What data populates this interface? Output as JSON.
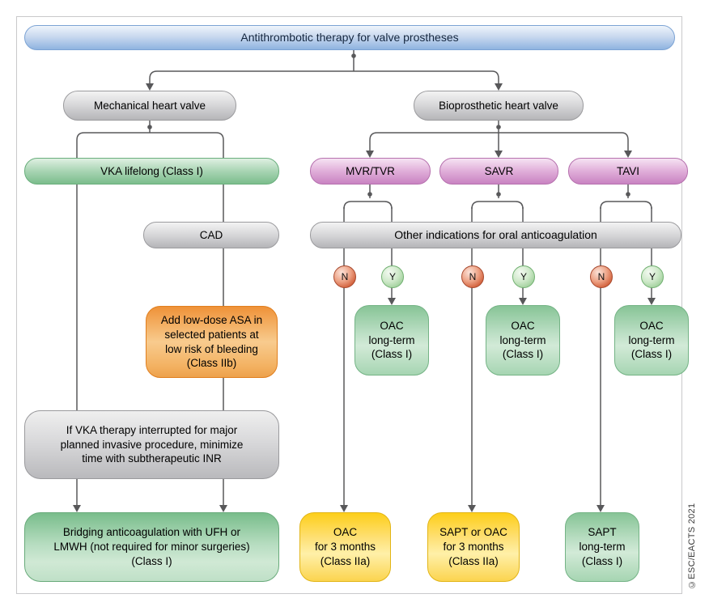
{
  "title": {
    "text": "Antithrombotic therapy for valve prostheses"
  },
  "copyright": "©ESC/EACTS 2021",
  "valve_types": {
    "mechanical": "Mechanical heart valve",
    "bioprosthetic": "Bioprosthetic heart valve"
  },
  "mechanical_branch": {
    "vka": "VKA lifelong (Class I)",
    "cad": "CAD",
    "asa": "Add low-dose ASA in\nselected patients at\nlow risk of bleeding\n(Class IIb)",
    "interrupt": "If VKA therapy interrupted for major\nplanned invasive procedure, minimize\ntime with subtherapeutic INR",
    "bridging": "Bridging anticoagulation with UFH or\nLMWH (not required for minor surgeries)\n(Class I)"
  },
  "bioprosthetic_branch": {
    "other_indications": "Other indications for oral anticoagulation",
    "no": "N",
    "yes": "Y",
    "columns": [
      {
        "valve": "MVR/TVR",
        "yes_outcome": "OAC\nlong-term\n(Class I)",
        "no_outcome": "OAC\nfor 3 months\n(Class IIa)"
      },
      {
        "valve": "SAVR",
        "yes_outcome": "OAC\nlong-term\n(Class I)",
        "no_outcome": "SAPT or OAC\nfor 3 months\n(Class IIa)"
      },
      {
        "valve": "TAVI",
        "yes_outcome": "OAC\nlong-term\n(Class I)",
        "no_outcome": "SAPT\nlong-term\n(Class I)"
      }
    ]
  },
  "colors": {
    "line": "#58585a",
    "title_blue": "#8fb3e0",
    "gray": "#b5b5b8",
    "green": "#7bbd8c",
    "pink": "#c983c2",
    "orange": "#f0953f",
    "yellow": "#fdce1a",
    "no_red": "#c14f2e",
    "yes_green": "#8cc489"
  }
}
